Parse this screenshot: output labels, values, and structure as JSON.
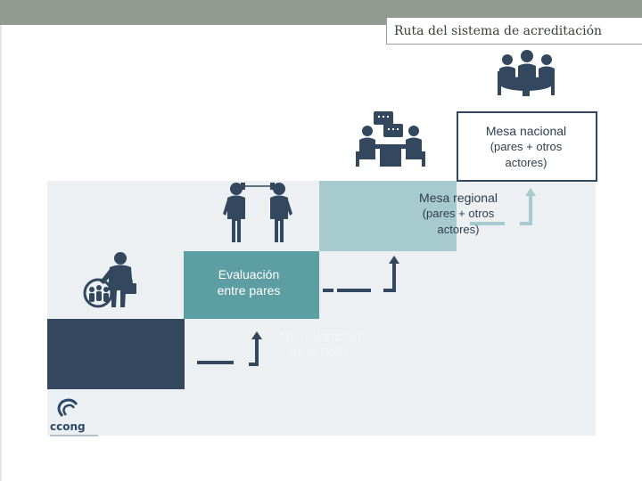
{
  "header": {
    "title": "Ruta del sistema de acreditación"
  },
  "steps": [
    {
      "line1": "Autovaloración",
      "line2": "de la ONG"
    },
    {
      "line1": "Evaluación",
      "line2": "entre pares"
    },
    {
      "line1": "Mesa regional",
      "line2": "(pares + otros",
      "line3": "actores)"
    },
    {
      "line1": "Mesa nacional",
      "line2": "(pares + otros",
      "line3": "actores)"
    }
  ],
  "logo": {
    "text": "ccong"
  },
  "icons": [
    "person-with-group-icon",
    "two-people-talking-icon",
    "meeting-table-icon",
    "round-table-meeting-icon",
    "arrow-up-icon"
  ],
  "colors": {
    "dark": "#33485e",
    "teal": "#5c9ea1",
    "light": "#a7cace",
    "panel": "#edf0f2",
    "accent": "#929b92"
  }
}
